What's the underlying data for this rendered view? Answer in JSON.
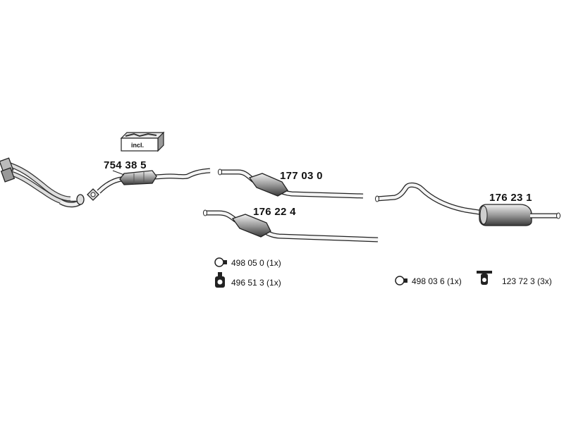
{
  "parts": {
    "p1": "754 38 5",
    "p2": "177 03 0",
    "p3": "176 22 4",
    "p4": "176 23 1"
  },
  "kit": {
    "label": "incl."
  },
  "legend": {
    "l1": "498 05 0 (1x)",
    "l2": "496 51 3 (1x)",
    "l3": "498 03 6 (1x)",
    "l4": "123 72 3 (3x)"
  },
  "icons": {
    "ring_clamp": "ring-clamp-icon",
    "rubber_mount": "rubber-mount-icon",
    "hanger": "hanger-bracket-icon",
    "mounting_kit": "mounting-kit-box-icon"
  }
}
